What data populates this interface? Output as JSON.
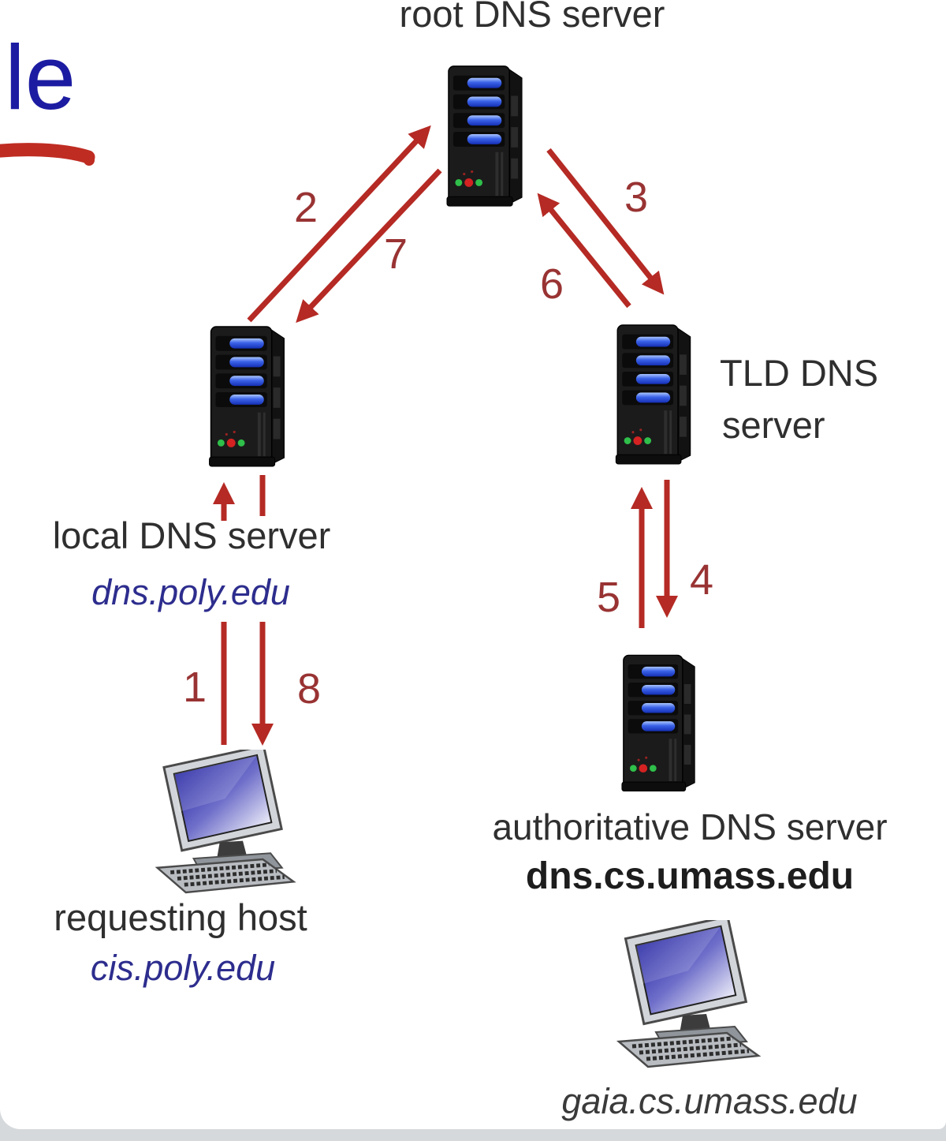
{
  "slide": {
    "title_fragment": "le"
  },
  "colors": {
    "arrow_red": "#b52a24",
    "step_number_red": "#993333",
    "hostname_navy": "#2d2d8e",
    "title_blue": "#1c1ca2",
    "underline_red": "#bf2c22",
    "label_dark": "#2f2f2f",
    "page_strip_gray": "#d6d9dc",
    "server_bay_blue": "#3a62e8",
    "led_green": "#2fbf4a",
    "led_red": "#d42222"
  },
  "diagram": {
    "root_server": {
      "label": "root DNS server",
      "icon": "server-icon"
    },
    "tld_server": {
      "label_line1": "TLD DNS",
      "label_line2": "server",
      "icon": "server-icon"
    },
    "local_server": {
      "label": "local DNS server",
      "hostname": "dns.poly.edu",
      "icon": "server-icon"
    },
    "authoritative_server": {
      "label": "authoritative DNS server",
      "hostname": "dns.cs.umass.edu",
      "icon": "server-icon"
    },
    "requesting_host": {
      "label": "requesting host",
      "hostname": "cis.poly.edu",
      "icon": "desktop-computer-icon"
    },
    "gaia_host": {
      "hostname": "gaia.cs.umass.edu",
      "icon": "desktop-computer-icon"
    },
    "steps": [
      "1",
      "2",
      "3",
      "4",
      "5",
      "6",
      "7",
      "8"
    ]
  }
}
